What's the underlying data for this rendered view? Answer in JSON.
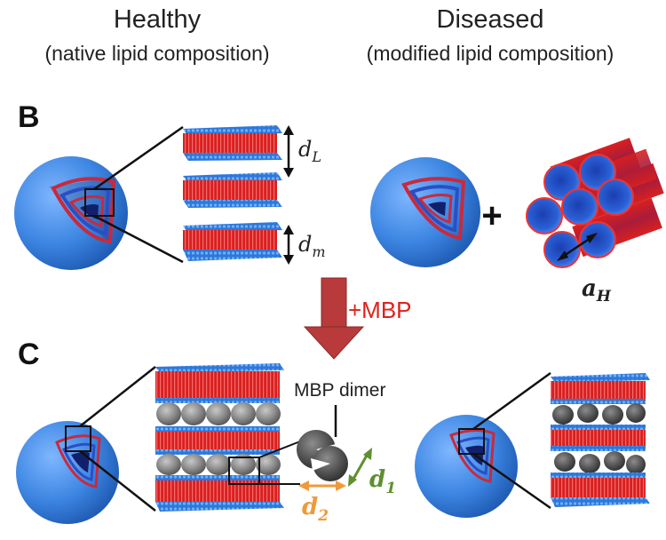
{
  "header": {
    "healthy_title": "Healthy",
    "healthy_subtitle": "(native lipid composition)",
    "diseased_title": "Diseased",
    "diseased_subtitle": "(modified lipid composition)"
  },
  "panels": {
    "b_label": "B",
    "c_label": "C"
  },
  "labels": {
    "dL_main": "d",
    "dL_sub": "L",
    "dm_main": "d",
    "dm_sub": "m",
    "aH_main": "a",
    "aH_sub": "H",
    "plus": "+",
    "mbp_arrow": "+MBP",
    "mbp_dimer": "MBP dimer",
    "d1_main": "d",
    "d1_sub": "1",
    "d2_main": "d",
    "d2_sub": "2"
  },
  "colors": {
    "lipid_blue": "#2f78d8",
    "lipid_red": "#d82020",
    "mbp_arrow": "#b83a3a",
    "mbp_text": "#e0201b",
    "d1_green": "#5f8f2f",
    "d2_orange": "#ef9a3a",
    "protein_gray": "#8a8a8a"
  }
}
